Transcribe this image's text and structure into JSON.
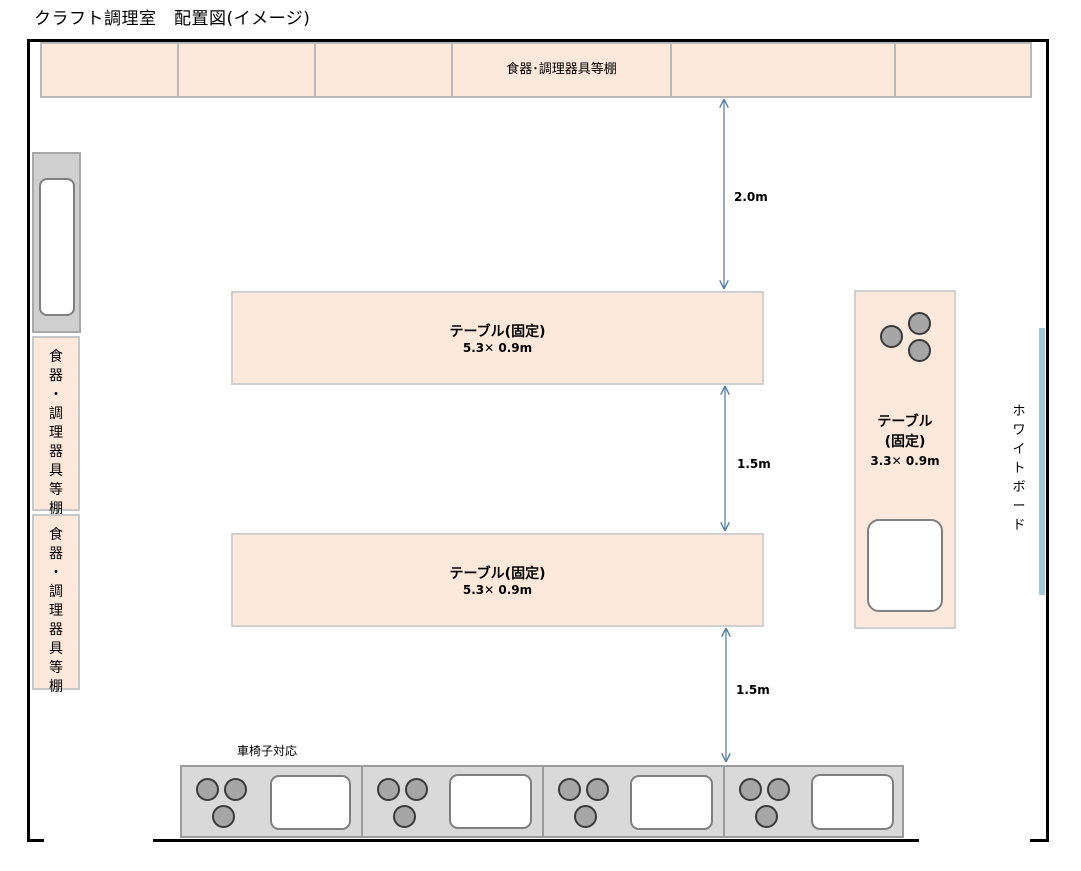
{
  "title": "クラフト調理室　配置図(イメージ)",
  "top_shelf_label": "食器･調理器具等棚",
  "side_shelf_label": [
    "食",
    "器",
    "・",
    "調",
    "理",
    "器",
    "具",
    "等",
    "棚"
  ],
  "table_1": {
    "name": "テーブル(固定)",
    "size": "5.3✕ 0.9m"
  },
  "table_2": {
    "name": "テーブル(固定)",
    "size": "5.3✕ 0.9m"
  },
  "table_3": {
    "name_line1": "テーブル",
    "name_line2": "(固定)",
    "size": "3.3✕ 0.9m"
  },
  "dimensions": {
    "top_gap": "2.0m",
    "middle_gap": "1.5m",
    "bottom_gap": "1.5m"
  },
  "wheelchair_label": "車椅子対応",
  "whiteboard_label": [
    "ホ",
    "ワ",
    "イ",
    "ト",
    "ボ",
    "ー",
    "ド"
  ],
  "colors": {
    "furniture_fill": "#fde9dc",
    "appliance_fill": "#d9d9d9",
    "whiteboard": "#9ecad8",
    "arrow": "#5a7fa8"
  }
}
